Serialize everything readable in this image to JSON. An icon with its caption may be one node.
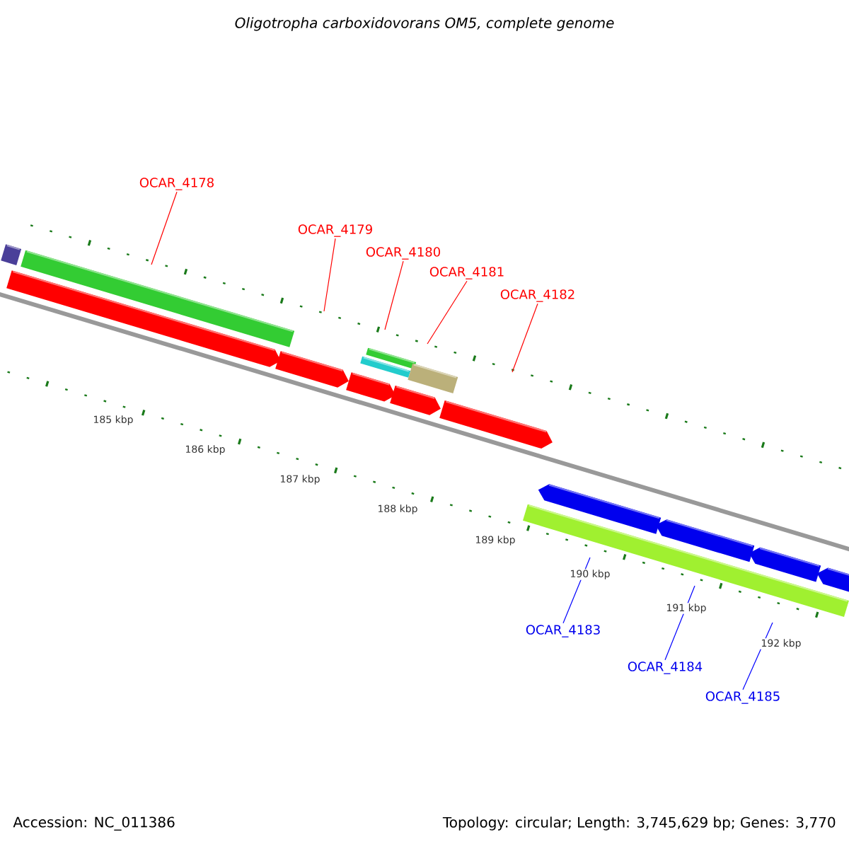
{
  "diagram": {
    "title": "Oligotropha carboxidovorans OM5, complete genome",
    "nodes": [
      {
        "text": [
          "OCAR_4178"
        ]
      },
      {
        "text": [
          "OCAR_4179"
        ]
      },
      {
        "text": [
          "OCAR_4180"
        ]
      },
      {
        "text": [
          "OCAR_4181"
        ]
      },
      {
        "text": [
          "OCAR_4182"
        ]
      },
      {
        "text": [
          "OCAR_4183"
        ]
      },
      {
        "text": [
          "OCAR_4184"
        ]
      },
      {
        "text": [
          "OCAR_4185"
        ]
      }
    ],
    "edges": [
      {
        "from": 0,
        "to": null,
        "arrow": "none"
      },
      {
        "from": 1,
        "to": null,
        "arrow": "none"
      },
      {
        "from": 2,
        "to": null,
        "arrow": "none"
      },
      {
        "from": 3,
        "to": null,
        "arrow": "none"
      },
      {
        "from": 4,
        "to": null,
        "arrow": "none"
      },
      {
        "from": 5,
        "to": null,
        "arrow": "none",
        "color": "#0000ff"
      },
      {
        "from": 6,
        "to": null,
        "arrow": "none",
        "color": "#0000ff"
      },
      {
        "from": 7,
        "to": null,
        "arrow": "none",
        "color": "#0000ff"
      }
    ],
    "labels": [
      "185 kbp",
      "186 kbp",
      "187 kbp",
      "188 kbp",
      "189 kbp",
      "190 kbp",
      "191 kbp",
      "192 kbp",
      "Accession: NC_011386",
      "Topology: circular; Length: 3,745,629 bp; Genes: 3,770"
    ]
  }
}
